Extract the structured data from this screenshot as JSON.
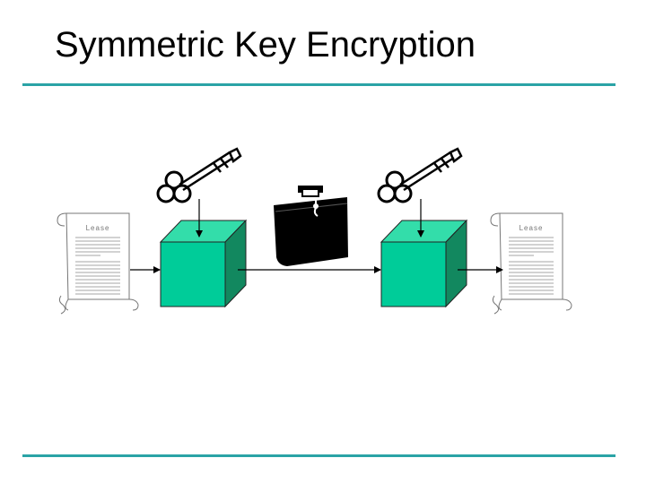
{
  "slide": {
    "title": "Symmetric Key Encryption",
    "accent_color": "#2aa3a6"
  },
  "diagram": {
    "documents": [
      {
        "id": "plaintext-document",
        "heading": "Lease"
      },
      {
        "id": "decrypted-document",
        "heading": "Lease"
      }
    ],
    "boxes": [
      {
        "id": "encrypt-box",
        "color_front": "#00cc99",
        "color_top": "#33ddaa",
        "color_side": "#12885f"
      },
      {
        "id": "decrypt-box",
        "color_front": "#00cc99",
        "color_top": "#33ddaa",
        "color_side": "#12885f"
      }
    ],
    "keys": [
      {
        "id": "encryption-key",
        "icon": "key-icon"
      },
      {
        "id": "decryption-key",
        "icon": "key-icon"
      }
    ],
    "case": {
      "id": "locked-case",
      "icon": "locked-briefcase-icon"
    },
    "arrows": [
      "document-to-encrypt",
      "key-to-encrypt",
      "encrypt-to-decrypt",
      "key-to-decrypt",
      "decrypt-to-document"
    ]
  }
}
